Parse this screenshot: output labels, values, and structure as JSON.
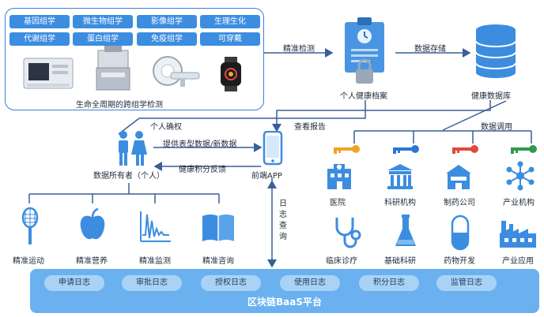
{
  "omics": {
    "chips": [
      "基因组学",
      "微生物组学",
      "影像组学",
      "生理生化",
      "代谢组学",
      "蛋白组学",
      "免疫组学",
      "可穿戴"
    ],
    "caption": "生命全周期的跨组学检测"
  },
  "flow": {
    "precise_detection": "精准检测",
    "data_storage": "数据存储",
    "personal_confirm": "个人确权",
    "view_report": "查看报告",
    "provide_data": "提供表型数据/新数据",
    "health_points": "健康积分反馈",
    "data_call": "数据调用",
    "log_query": [
      "日",
      "志",
      "查",
      "询"
    ]
  },
  "nodes": {
    "archive": "个人健康档案",
    "database": "健康数据库",
    "owner": "数据所有者（个人）",
    "app": "前端APP"
  },
  "services": [
    {
      "label": "精准运动",
      "icon": "tennis-racket-icon"
    },
    {
      "label": "精准营养",
      "icon": "apple-icon"
    },
    {
      "label": "精准监测",
      "icon": "waveform-icon"
    },
    {
      "label": "精准咨询",
      "icon": "book-icon"
    }
  ],
  "institutions": [
    {
      "name": "医院",
      "app": "临床诊疗",
      "key_color": "#f0a326"
    },
    {
      "name": "科研机构",
      "app": "基础科研",
      "key_color": "#2a78d6"
    },
    {
      "name": "制药公司",
      "app": "药物开发",
      "key_color": "#e04a3a"
    },
    {
      "name": "产业机构",
      "app": "产业应用",
      "key_color": "#2f9a4e"
    }
  ],
  "blockchain": {
    "logs": [
      "申请日志",
      "审批日志",
      "授权日志",
      "使用日志",
      "积分日志",
      "监管日志"
    ],
    "title": "区块链BaaS平台"
  },
  "colors": {
    "primary": "#3c8de0",
    "line": "#3a5f99"
  }
}
